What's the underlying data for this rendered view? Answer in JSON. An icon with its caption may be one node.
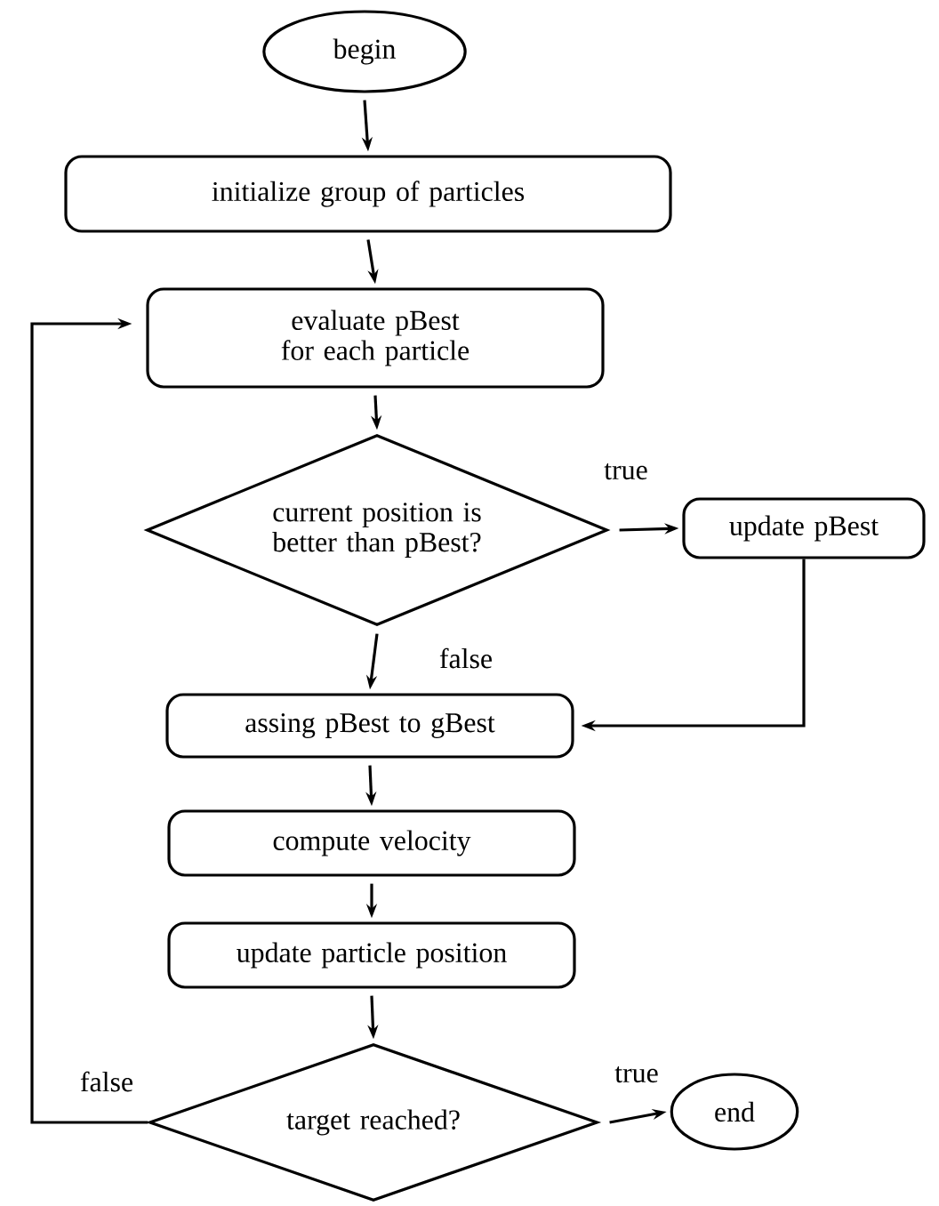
{
  "diagram": {
    "nodes": [
      {
        "text": [
          "begin"
        ]
      },
      {
        "text": [
          "initialize group of particles"
        ]
      },
      {
        "text": [
          "evaluate pBest for each particle"
        ]
      },
      {
        "text": [
          "current position is better than pBest?"
        ]
      },
      {
        "text": [
          "update pBest"
        ]
      },
      {
        "text": [
          "assing pBest to gBest"
        ]
      },
      {
        "text": [
          "compute velocity"
        ]
      },
      {
        "text": [
          "update particle position"
        ]
      },
      {
        "text": [
          "target reached?"
        ]
      },
      {
        "text": [
          "end"
        ]
      }
    ],
    "edges": [
      {
        "from": 0,
        "to": 1,
        "arrow": "to"
      },
      {
        "from": 1,
        "to": 2,
        "arrow": "to"
      },
      {
        "from": 2,
        "to": 3,
        "arrow": "to"
      },
      {
        "from": 3,
        "to": 4,
        "arrow": "to",
        "label": "true"
      },
      {
        "from": 3,
        "to": 5,
        "arrow": "to",
        "label": "false"
      },
      {
        "from": 4,
        "to": 5,
        "arrow": "to"
      },
      {
        "from": 5,
        "to": 6,
        "arrow": "to"
      },
      {
        "from": 6,
        "to": 7,
        "arrow": "to"
      },
      {
        "from": 7,
        "to": 8,
        "arrow": "to"
      },
      {
        "from": 8,
        "to": 9,
        "arrow": "to",
        "label": "true"
      },
      {
        "from": 8,
        "to": 2,
        "arrow": "to",
        "label": "false"
      }
    ]
  }
}
